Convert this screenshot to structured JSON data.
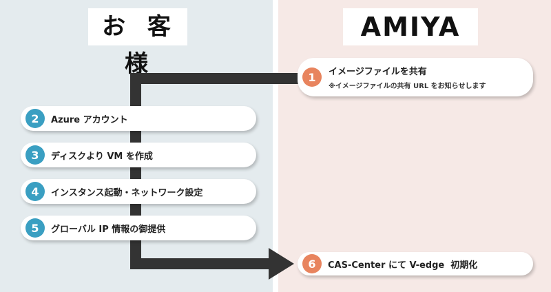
{
  "columns": {
    "customer": "お 客 様",
    "amiya": "AMIYA"
  },
  "steps": [
    {
      "num": "1",
      "label": "イメージファイルを共有",
      "sub": "※イメージファイルの共有 URL をお知らせします"
    },
    {
      "num": "2",
      "label": "Azure アカウント"
    },
    {
      "num": "3",
      "label": "ディスクより VM を作成"
    },
    {
      "num": "4",
      "label": "インスタンス起動・ネットワーク設定"
    },
    {
      "num": "5",
      "label": "グローバル IP 情報の御提供"
    },
    {
      "num": "6",
      "label": "CAS-Center にて V-edge  初期化"
    }
  ],
  "colors": {
    "customer_bg": "#e4ebee",
    "amiya_bg": "#f6e9e6",
    "customer_badge": "#3a9fc2",
    "amiya_badge": "#e8845e",
    "flow_line": "#333333"
  }
}
